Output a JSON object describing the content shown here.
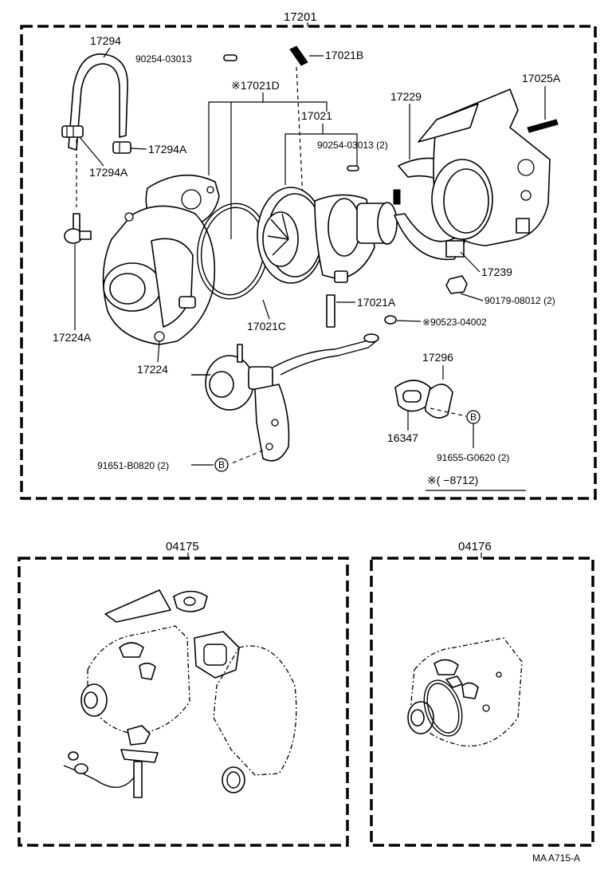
{
  "assemblies": {
    "main": "17201",
    "kit_a": "04175",
    "kit_b": "04176"
  },
  "parts": {
    "hose": "17294",
    "clip_a": "17294A",
    "clip_b": "17294A",
    "pin_top": "90254-03013",
    "stud_b": "17021B",
    "ref_d": "※17021D",
    "cartridge": "17021",
    "pin_side": "90254-03013 (2)",
    "clamp_upper": "17229",
    "stud_turbine": "17025A",
    "union": "17224A",
    "housing": "17224",
    "ring_c": "17021C",
    "stud_a": "17021A",
    "clamp_lower": "17239",
    "nut": "90179-08012 (2)",
    "washer": "※90523-04002",
    "plate": "17296",
    "gasket": "16347",
    "bolt_left": "91651-B0820 (2)",
    "bolt_right": "91655-G0620 (2)"
  },
  "marker": "B",
  "footnote": "※(     −8712)",
  "catalog_code": "MA  A715-A"
}
